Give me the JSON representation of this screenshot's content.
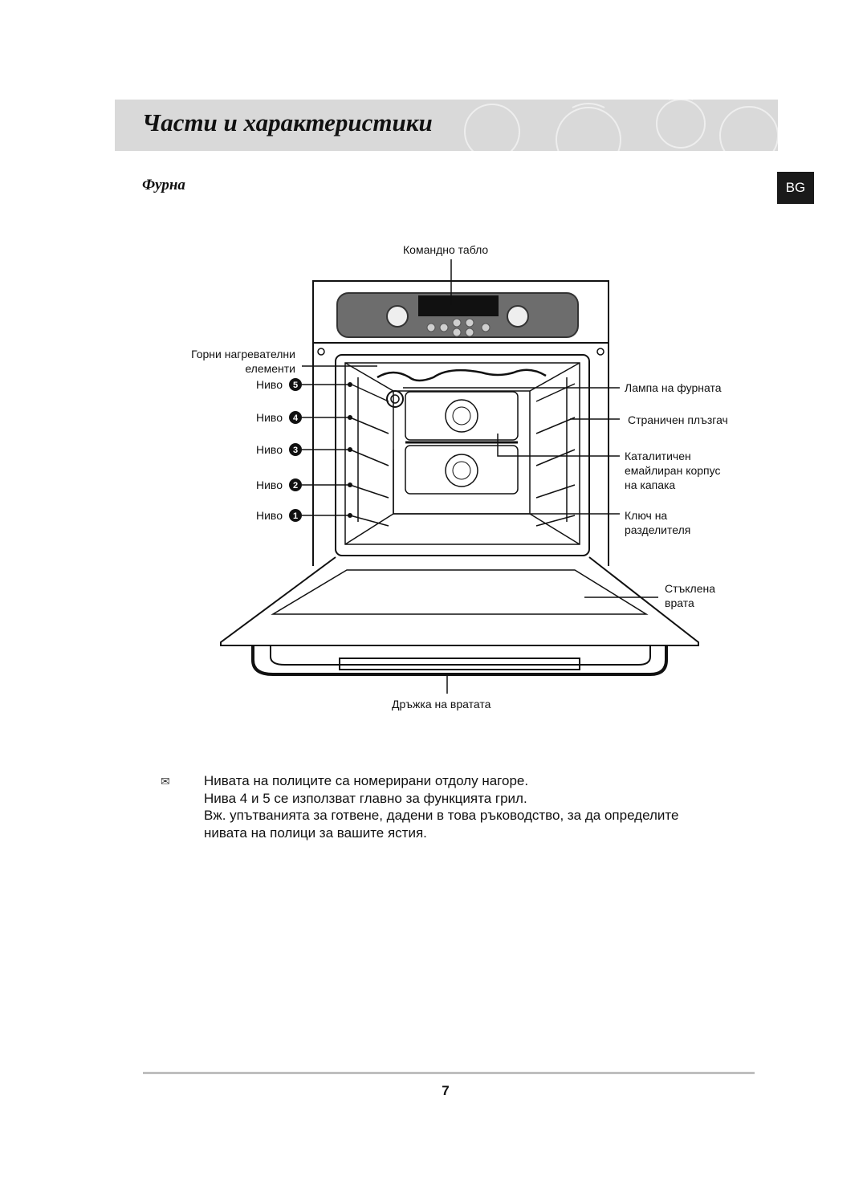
{
  "header": {
    "title": "Части и характеристики",
    "section": "Фурна",
    "language_badge": "BG"
  },
  "diagram": {
    "control_panel": "Командно табло",
    "top_heating": [
      "Горни нагревателни",
      "елементи"
    ],
    "level_word": "Ниво",
    "levels": [
      "5",
      "4",
      "3",
      "2",
      "1"
    ],
    "oven_lamp": "Лампа на фурната",
    "side_runner": "Страничен плъзгач",
    "catalytic": [
      "Каталитичен",
      "емайлиран корпус",
      "на капака"
    ],
    "divider_key": [
      "Ключ на",
      "разделителя"
    ],
    "glass_door": [
      "Стъклена",
      "врата"
    ],
    "door_handle": "Дръжка на вратата"
  },
  "notes": {
    "icon": "note-icon",
    "lines": [
      "Нивата на полиците са номерирани отдолу нагоре.",
      "Нива 4 и 5 се използват главно за функцията грил.",
      "Вж. упътванията за готвене, дадени в това ръководство, за да определите",
      "нивата на полици за вашите ястия."
    ]
  },
  "footer": {
    "page_number": "7"
  }
}
